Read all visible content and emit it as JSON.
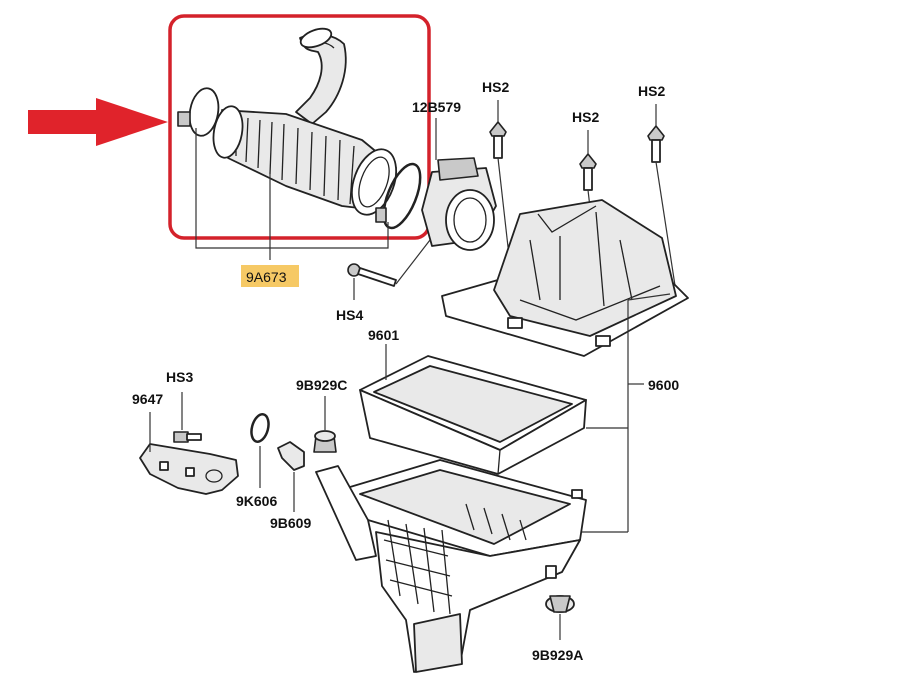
{
  "labels": {
    "hs2_a": "HS2",
    "hs2_b": "HS2",
    "hs2_c": "HS2",
    "p12b579": "12B579",
    "p9a673": "9A673",
    "hs4": "HS4",
    "p9601": "9601",
    "p9600": "9600",
    "hs3": "HS3",
    "p9647": "9647",
    "p9b929c": "9B929C",
    "p9k606": "9K606",
    "p9b609": "9B609",
    "p9b929a": "9B929A"
  },
  "colors": {
    "highlight_box": "#d4222b",
    "arrow": "#e0232b",
    "label_highlight": "#f5c04a"
  },
  "icons": {
    "pointer": "arrow-right-icon"
  }
}
